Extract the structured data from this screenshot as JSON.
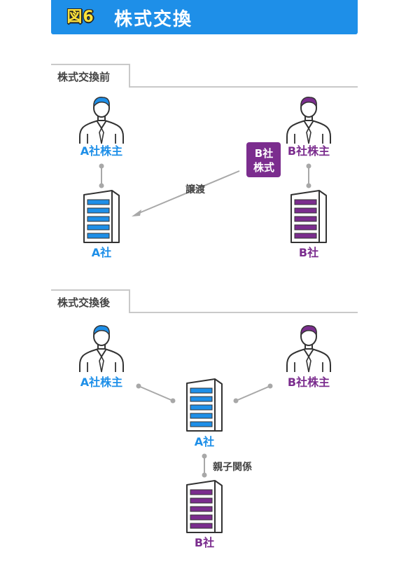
{
  "figure": {
    "badge": "図6",
    "title": "株式交換"
  },
  "sections": {
    "before": {
      "label": "株式交換前"
    },
    "after": {
      "label": "株式交換後"
    }
  },
  "labels": {
    "a_shareholders": "A社株主",
    "b_shareholders": "B社株主",
    "a_company": "A社",
    "b_company": "B社",
    "transfer": "譲渡",
    "b_shares_line1": "B社",
    "b_shares_line2": "株式",
    "parent_child": "親子関係"
  },
  "colors": {
    "banner": "#1e8fe8",
    "company_a": "#1e8fe8",
    "company_b": "#7b2d8e",
    "badge_text": "#ffe23a",
    "connector": "#a8a8a8"
  }
}
